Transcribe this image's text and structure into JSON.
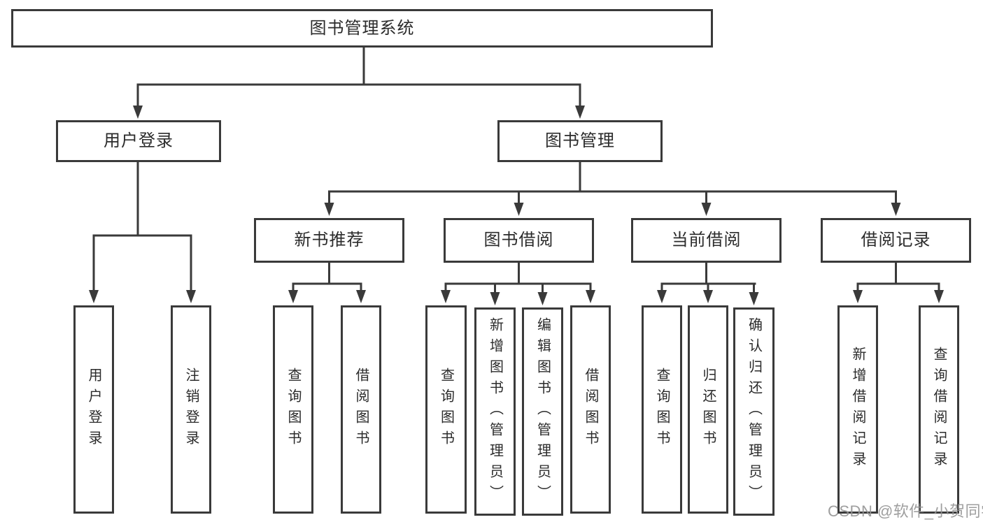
{
  "colors": {
    "line": "#3a3a3a",
    "box_border": "#3a3a3a",
    "text": "#2b2b2b",
    "watermark": "#949494",
    "background": "#ffffff"
  },
  "watermark": "CSDN @软件_小贺同学",
  "tree": {
    "root": "图书管理系统",
    "branches": [
      {
        "label": "用户登录",
        "children": [
          "用户登录",
          "注销登录"
        ]
      },
      {
        "label": "图书管理",
        "groups": [
          {
            "label": "新书推荐",
            "children": [
              "查询图书",
              "借阅图书"
            ]
          },
          {
            "label": "图书借阅",
            "children": [
              "查询图书",
              "新增图书（管理员）",
              "编辑图书（管理员）",
              "借阅图书"
            ]
          },
          {
            "label": "当前借阅",
            "children": [
              "查询图书",
              "归还图书",
              "确认归还（管理员）"
            ]
          },
          {
            "label": "借阅记录",
            "children": [
              "新增借阅记录",
              "查询借阅记录"
            ]
          }
        ]
      }
    ]
  }
}
